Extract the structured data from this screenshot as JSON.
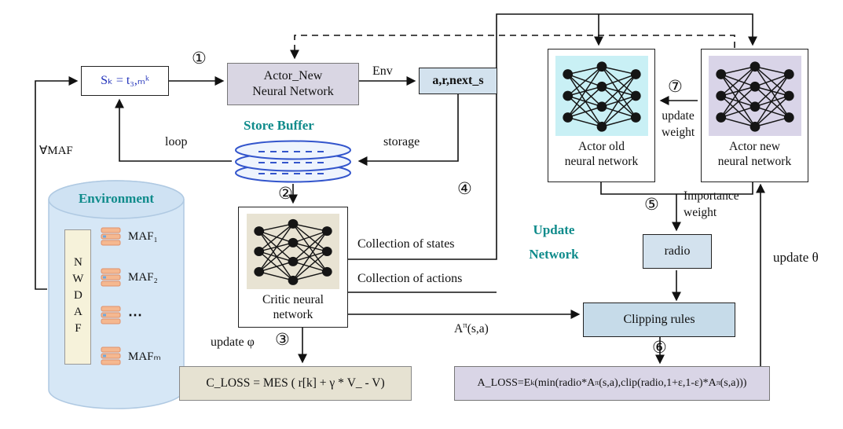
{
  "colors": {
    "teal_heading": "#0f8b8b",
    "state_text_blue": "#2233bb",
    "buffer_blue": "#3355cc",
    "box_lavender": "#d9d6e3",
    "box_light_blue": "#d3e2ee",
    "box_beige": "#e6e2d2",
    "clipping_blue": "#c6dbe9",
    "nn_cyan": "#c9f0f5",
    "nn_beige": "#e8e3d3",
    "nn_lavender": "#d9d4e8",
    "environment_fill": "#d6e7f6",
    "nwdaf_fill": "#f6f2da"
  },
  "steps": [
    "①",
    "②",
    "③",
    "④",
    "⑤",
    "⑥",
    "⑦"
  ],
  "boxes": {
    "state": "Sₖ = t₃,ₘᵏ",
    "actor_main_1": "Actor_New",
    "actor_main_2": "Neural Network",
    "transition": "a,r,next_s",
    "critic_1": "Critic neural",
    "critic_2": "network",
    "actor_old_1": "Actor old",
    "actor_old_2": "neural network",
    "actor_new_1": "Actor new",
    "actor_new_2": "neural network",
    "radio": "radio",
    "clipping": "Clipping rules",
    "c_loss": "C_LOSS = MES ( r[k] + γ * V_  - V)"
  },
  "a_loss": {
    "p1": "A_LOSS=E",
    "sub": "k",
    "p2": "(min(radio*A",
    "sup1": "π",
    "p3": "(s,a),clip(radio,1+ε,1-ε)*A",
    "sup2": "π",
    "p4": "(s,a)))"
  },
  "titles": {
    "store_buffer": "Store Buffer",
    "environment": "Environment",
    "update_network_1": "Update",
    "update_network_2": "Network"
  },
  "labels": {
    "env": "Env",
    "storage": "storage",
    "loop": "loop",
    "forall": "∀MAF",
    "collection_states": "Collection of states",
    "collection_actions": "Collection of actions",
    "update_phi": "update φ",
    "update_weight_1": "update",
    "update_weight_2": "weight",
    "importance_1": "Importance",
    "importance_2": "weight",
    "update_theta": "update θ",
    "a_pi_base": "A",
    "a_pi_sup": "π",
    "a_pi_rest": "(s,a)"
  },
  "environment": {
    "nwdaf": "NWDAF",
    "maf_items": [
      "MAF₁",
      "MAF₂",
      "⋯",
      "MAFₘ"
    ]
  }
}
